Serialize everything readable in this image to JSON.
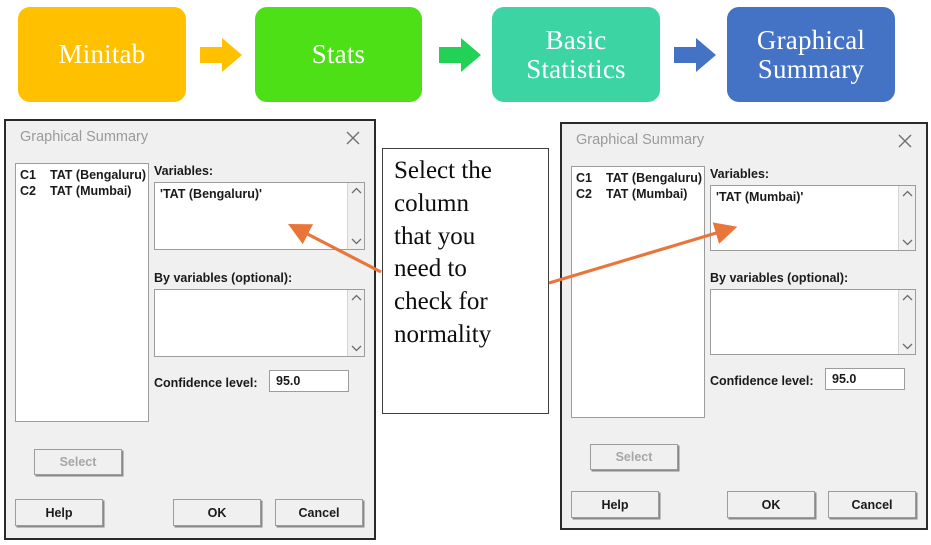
{
  "flow": {
    "steps": [
      {
        "label": "Minitab",
        "lines": [
          "Minitab"
        ],
        "color": "#FFC000"
      },
      {
        "label": "Stats",
        "lines": [
          "Stats"
        ],
        "color": "#4DE016"
      },
      {
        "label": "Basic Statistics",
        "lines": [
          "Basic",
          "Statistics"
        ],
        "color": "#3BD4A2"
      },
      {
        "label": "Graphical Summary",
        "lines": [
          "Graphical",
          "Summary"
        ],
        "color": "#4472C4"
      }
    ],
    "arrows": [
      {
        "name": "arrow-1",
        "color": "#FFC000"
      },
      {
        "name": "arrow-2",
        "color": "#22D155"
      },
      {
        "name": "arrow-3",
        "color": "#4472C4"
      }
    ]
  },
  "callout": {
    "text": "Select the column that you need to check for normality",
    "lines": [
      "Select the",
      "column",
      "that you",
      "need to",
      "check for",
      "normality"
    ],
    "arrow_color": "#E8763A"
  },
  "dialog_left": {
    "title": "Graphical Summary",
    "close_icon": "close-icon",
    "columns": [
      {
        "id": "C1",
        "name": "TAT (Bengaluru)"
      },
      {
        "id": "C2",
        "name": "TAT (Mumbai)"
      }
    ],
    "variables_label": "Variables:",
    "variables_value": "'TAT (Bengaluru)'",
    "by_variables_label": "By variables (optional):",
    "by_variables_value": "",
    "confidence_label": "Confidence level:",
    "confidence_value": "95.0",
    "select_button": "Select",
    "help_button": "Help",
    "ok_button": "OK",
    "cancel_button": "Cancel"
  },
  "dialog_right": {
    "title": "Graphical Summary",
    "close_icon": "close-icon",
    "columns": [
      {
        "id": "C1",
        "name": "TAT (Bengaluru)"
      },
      {
        "id": "C2",
        "name": "TAT (Mumbai)"
      }
    ],
    "variables_label": "Variables:",
    "variables_value": "'TAT (Mumbai)'",
    "by_variables_label": "By variables (optional):",
    "by_variables_value": "",
    "confidence_label": "Confidence level:",
    "confidence_value": "95.0",
    "select_button": "Select",
    "help_button": "Help",
    "ok_button": "OK",
    "cancel_button": "Cancel"
  }
}
